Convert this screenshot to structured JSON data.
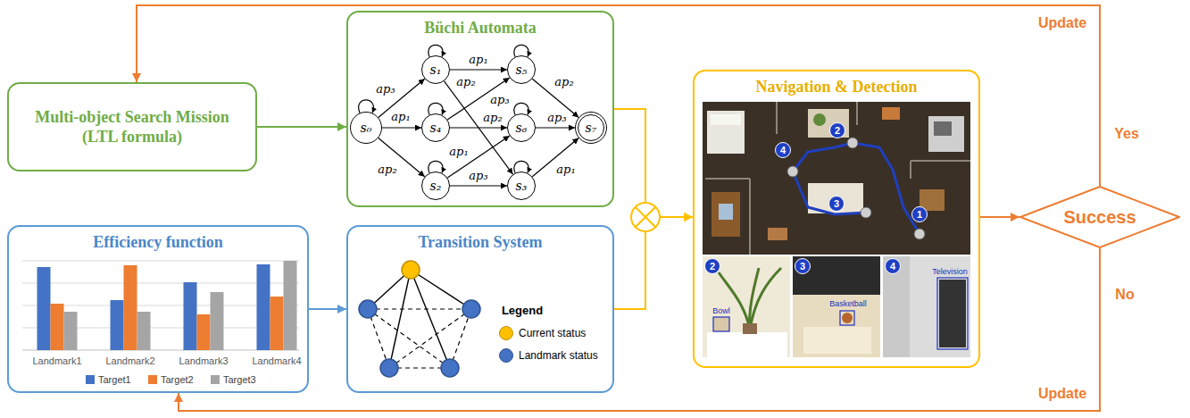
{
  "diagram": {
    "nodes": [
      {
        "text": [
          "Multi-object Search Mission",
          "(LTL formula)"
        ]
      },
      {
        "text": [
          "Büchi Automata"
        ]
      },
      {
        "text": [
          "s₀"
        ],
        "in": 1
      },
      {
        "text": [
          "s₁"
        ],
        "in": 1
      },
      {
        "text": [
          "s₂"
        ],
        "in": 1
      },
      {
        "text": [
          "s₃"
        ],
        "in": 1
      },
      {
        "text": [
          "s₄"
        ],
        "in": 1
      },
      {
        "text": [
          "s₅"
        ],
        "in": 1
      },
      {
        "text": [
          "s₆"
        ],
        "in": 1
      },
      {
        "text": [
          "s₇"
        ],
        "in": 1
      },
      {
        "text": [
          "Efficiency function"
        ]
      },
      {
        "text": [
          "Transition System"
        ]
      },
      {
        "text": [
          "Navigation & Detection"
        ]
      },
      {
        "text": [
          "Success"
        ]
      }
    ],
    "edges": [
      {
        "from": 0,
        "to": 1,
        "arrow": "to"
      },
      {
        "from": 2,
        "to": 3,
        "label": "ap₃",
        "arrow": "to"
      },
      {
        "from": 2,
        "to": 6,
        "label": "ap₁",
        "arrow": "to"
      },
      {
        "from": 2,
        "to": 4,
        "label": "ap₂",
        "arrow": "to"
      },
      {
        "from": 3,
        "to": 7,
        "label": "ap₁",
        "arrow": "to"
      },
      {
        "from": 3,
        "to": 5,
        "label": "ap₂",
        "arrow": "to"
      },
      {
        "from": 6,
        "to": 7,
        "label": "ap₃",
        "arrow": "to"
      },
      {
        "from": 6,
        "to": 8,
        "label": "ap₂",
        "arrow": "to"
      },
      {
        "from": 4,
        "to": 8,
        "label": "ap₁",
        "arrow": "to"
      },
      {
        "from": 4,
        "to": 5,
        "label": "ap₃",
        "arrow": "to"
      },
      {
        "from": 7,
        "to": 9,
        "label": "ap₂",
        "arrow": "to"
      },
      {
        "from": 8,
        "to": 9,
        "label": "ap₃",
        "arrow": "to"
      },
      {
        "from": 5,
        "to": 9,
        "label": "ap₁",
        "arrow": "to"
      },
      {
        "from": 10,
        "to": 11,
        "arrow": "to"
      },
      {
        "from": 1,
        "to": 12,
        "arrow": "to"
      },
      {
        "from": 11,
        "to": 12,
        "arrow": "to"
      },
      {
        "from": 12,
        "to": 13,
        "arrow": "to"
      },
      {
        "from": 13,
        "to": 0,
        "label": "Yes",
        "arrow": "to"
      },
      {
        "from": 13,
        "to": 10,
        "label": "No",
        "arrow": "to"
      }
    ],
    "labels": [
      "Update",
      "Update",
      "Landmark1",
      "Landmark2",
      "Landmark3",
      "Landmark4",
      "Legend",
      "1",
      "2",
      "3",
      "4",
      "2",
      "Bowl",
      "3",
      "Basketball",
      "4",
      "Television"
    ],
    "legend": [
      {
        "text": "Target1",
        "color": "#4472C4"
      },
      {
        "text": "Target2",
        "color": "#ED7D31"
      },
      {
        "text": "Target3",
        "color": "#A5A5A5"
      },
      {
        "text": "Current status",
        "color": "#FFC000"
      },
      {
        "text": "Landmark status",
        "color": "#4472C4"
      }
    ]
  }
}
